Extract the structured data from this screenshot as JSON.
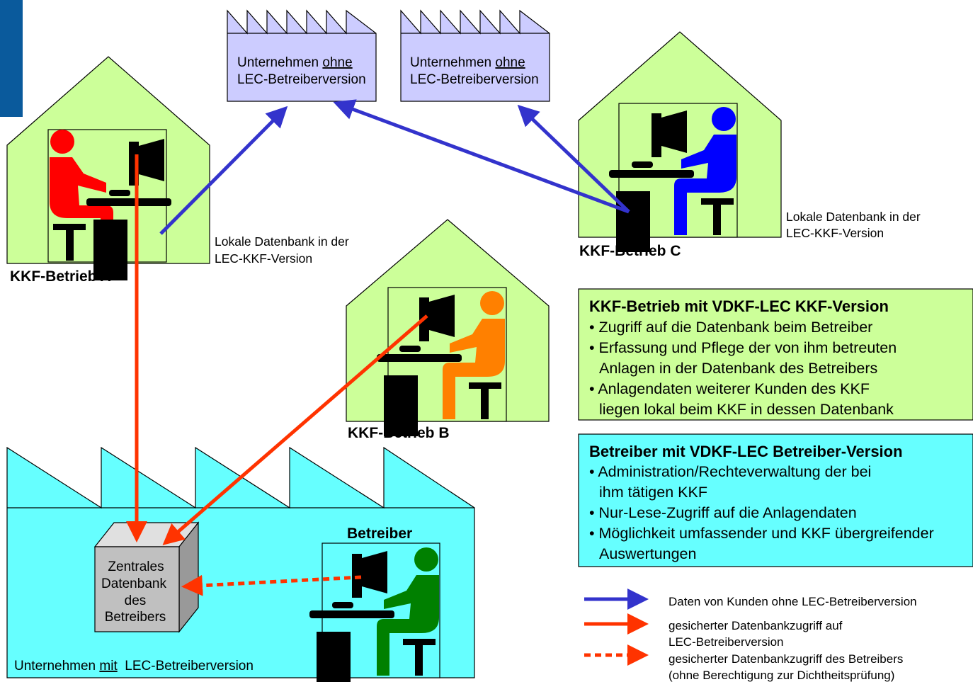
{
  "factories_without": [
    {
      "line1_pre": "Unternehmen ",
      "line1_u": "ohne",
      "line2": "LEC-Betreiberversion"
    },
    {
      "line1_pre": "Unternehmen ",
      "line1_u": "ohne",
      "line2": "LEC-Betreiberversion"
    }
  ],
  "houses": {
    "a": {
      "label": "KKF-Betrieb A",
      "note_line1": "Lokale Datenbank in der",
      "note_line2": "LEC-KKF-Version"
    },
    "b": {
      "label": "KKF-Betrieb B"
    },
    "c": {
      "label": "KKF-Betrieb C",
      "note_line1": "Lokale Datenbank in der",
      "note_line2": "LEC-KKF-Version"
    }
  },
  "operator": {
    "label": "Betreiber",
    "company_pre": "Unternehmen ",
    "company_u": "mit",
    "company_post": "  LEC-Betreiberversion",
    "db_lines": [
      "Zentrales",
      "Datenbank",
      "des",
      "Betreibers"
    ]
  },
  "info_kkf": {
    "title": "KKF-Betrieb mit VDKF-LEC KKF-Version",
    "lines": [
      "• Zugriff auf die Datenbank beim Betreiber",
      "• Erfassung und Pflege der von ihm betreuten",
      "Anlagen in der Datenbank des Betreibers",
      "• Anlagendaten weiterer Kunden des KKF",
      "liegen lokal beim KKF in dessen Datenbank"
    ]
  },
  "info_betreiber": {
    "title": "Betreiber mit VDKF-LEC Betreiber-Version",
    "lines": [
      "• Administration/Rechteverwaltung der bei",
      "ihm tätigen KKF",
      "• Nur-Lese-Zugriff auf die Anlagendaten",
      "• Möglichkeit umfassender und KKF übergreifender",
      "Auswertungen"
    ]
  },
  "legend": {
    "blue": "Daten von Kunden ohne LEC-Betreiberversion",
    "red_line1": "gesicherter Datenbankzugriff auf",
    "red_line2": "LEC-Betreiberversion",
    "dotted_line1": "gesicherter Datenbankzugriff des Betreibers",
    "dotted_line2": "(ohne Berechtigung zur Dichtheitsprüfung)"
  },
  "colors": {
    "house_fill": "#ccff99",
    "factory_fill": "#ccccff",
    "operator_fill": "#66ffff",
    "info_kkf_fill": "#ccff99",
    "info_betreiber_fill": "#66ffff",
    "arrow_blue": "#3333cc",
    "arrow_red": "#ff3300",
    "person_a": "#ff0000",
    "person_b": "#ff8000",
    "person_c": "#0000ff",
    "person_op": "#008000",
    "accent_bar": "#0a5a9c"
  }
}
